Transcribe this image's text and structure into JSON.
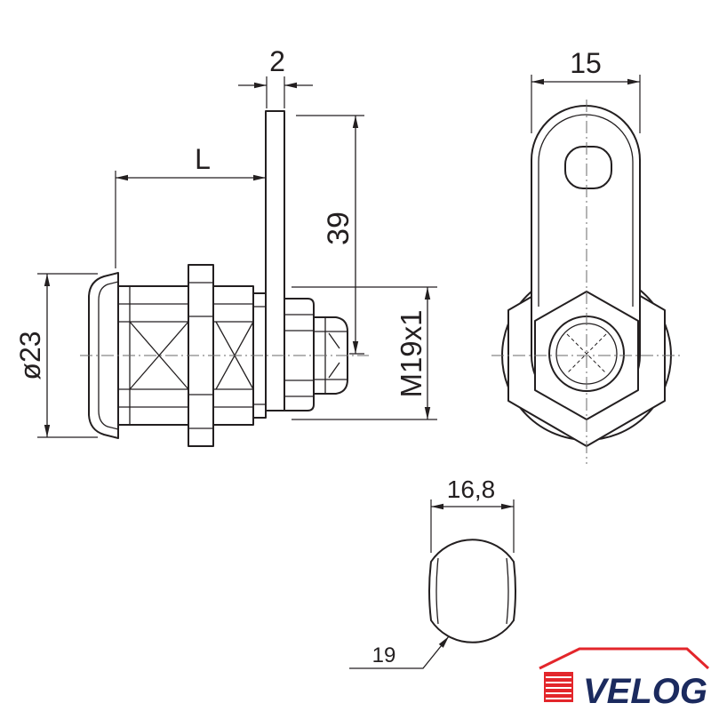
{
  "drawing": {
    "dimensions": {
      "plate_thickness": "2",
      "length": "L",
      "cam_length": "39",
      "head_diameter": "ø23",
      "thread": "M19x1",
      "cam_width": "15",
      "key_flat_width": "16,8",
      "key_diameter": "19"
    }
  },
  "logo": {
    "text": "VELOG",
    "icon": "house-roof-garage-door-icon"
  },
  "colors": {
    "line": "#231f20",
    "background": "#ffffff",
    "logo_red": "#e3262b",
    "logo_navy": "#1b2a5e"
  }
}
